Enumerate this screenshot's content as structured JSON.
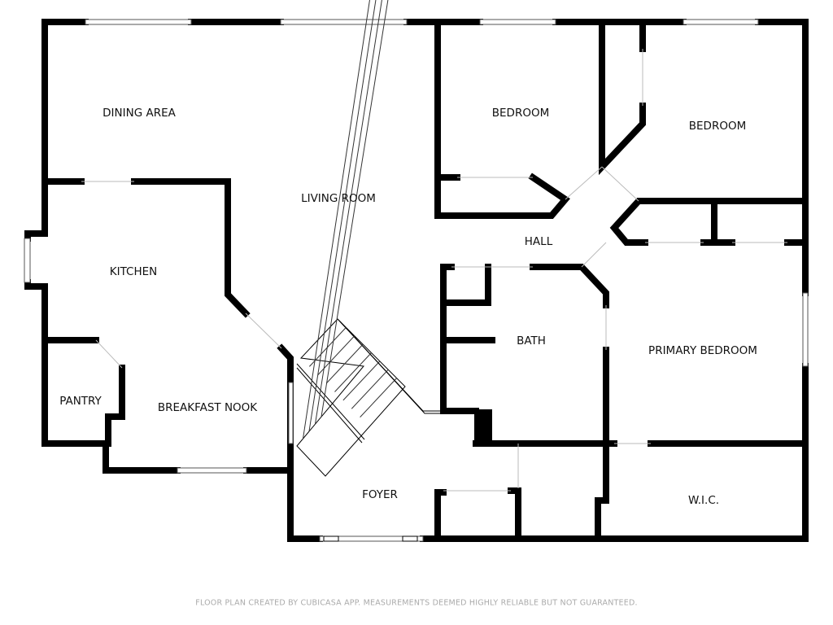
{
  "rooms": {
    "dining_area": "DINING AREA",
    "living_room": "LIVING ROOM",
    "bedroom_1": "BEDROOM",
    "bedroom_2": "BEDROOM",
    "kitchen": "KITCHEN",
    "hall": "HALL",
    "bath": "BATH",
    "primary_bedroom": "PRIMARY BEDROOM",
    "pantry": "PANTRY",
    "breakfast_nook": "BREAKFAST NOOK",
    "foyer": "FOYER",
    "wic": "W.I.C."
  },
  "footer": "FLOOR PLAN CREATED BY CUBICASA APP. MEASUREMENTS DEEMED HIGHLY RELIABLE BUT NOT GUARANTEED."
}
